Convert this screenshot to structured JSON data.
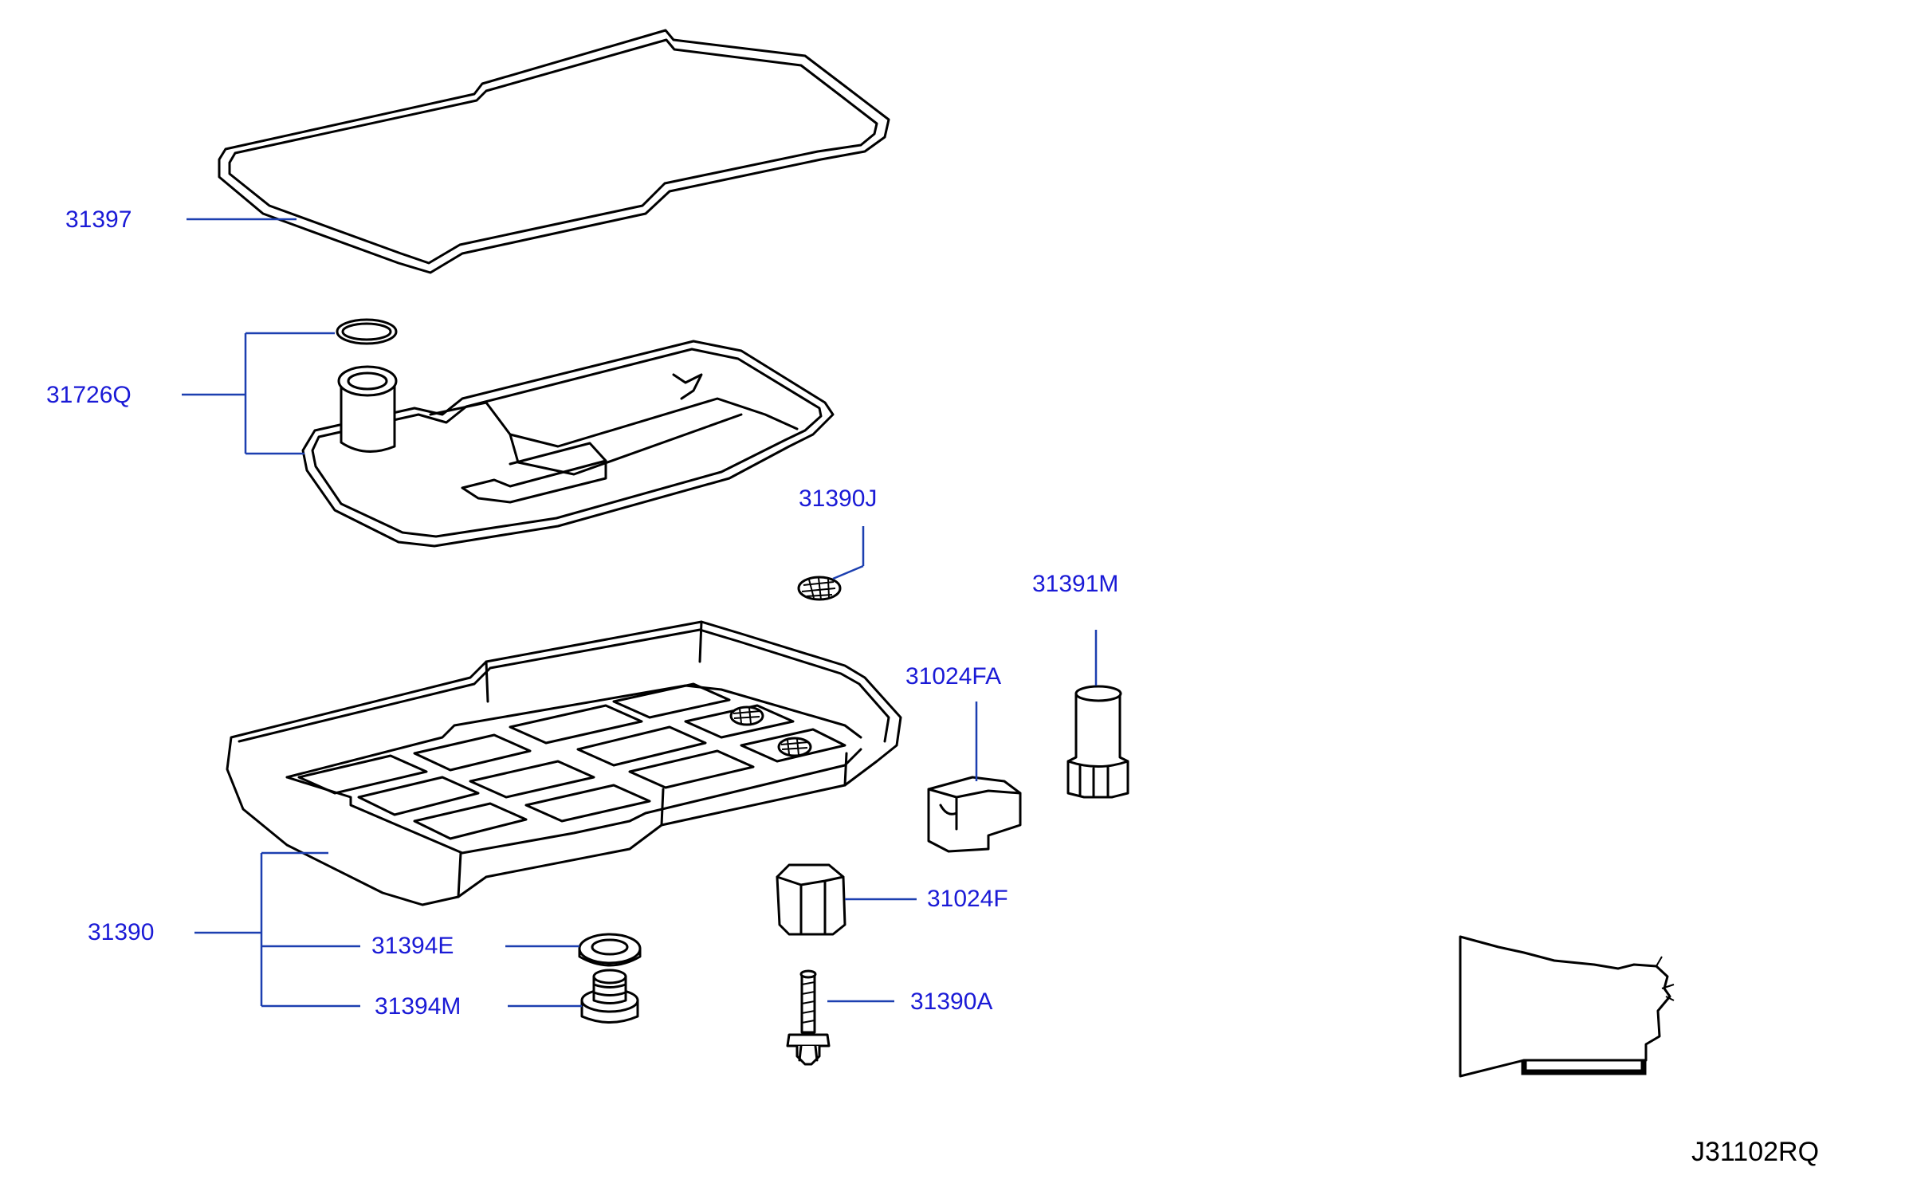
{
  "diagram_code": "J31102RQ",
  "colors": {
    "label": "#1a1ad6",
    "leader": "#1c3fb0",
    "part": "#000000"
  },
  "parts": [
    {
      "id": "31397"
    },
    {
      "id": "31726Q"
    },
    {
      "id": "31390J"
    },
    {
      "id": "31391M"
    },
    {
      "id": "31024FA"
    },
    {
      "id": "31024F"
    },
    {
      "id": "31390"
    },
    {
      "id": "31394E"
    },
    {
      "id": "31394M"
    },
    {
      "id": "31390A"
    }
  ]
}
